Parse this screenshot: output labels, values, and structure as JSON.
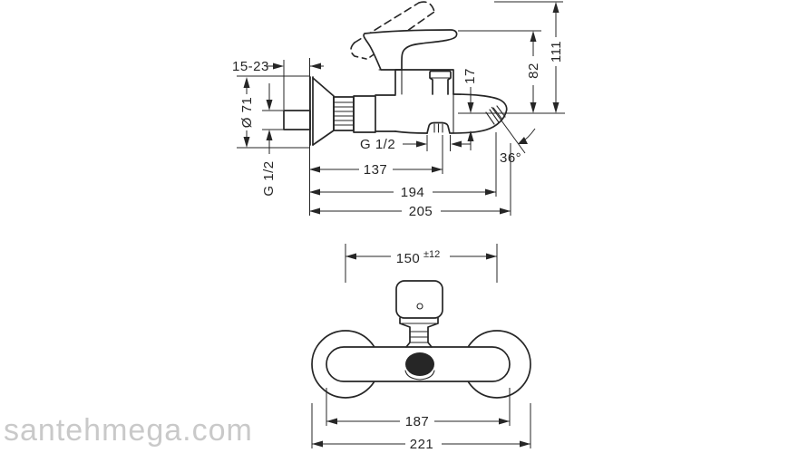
{
  "watermark": "santehmega.com",
  "side_view": {
    "dims": {
      "projection_range": "15-23",
      "escutcheon_diameter": "Ø 71",
      "wall_thread": "G 1/2",
      "outlet_thread": "G 1/2",
      "outlet_offset": "17",
      "handle_height": "82",
      "total_height": "111",
      "spout_angle": "36°",
      "outlet_distance": "137",
      "aerator_distance": "194",
      "spout_reach": "205"
    }
  },
  "front_view": {
    "dims": {
      "connection_centers": "150",
      "connection_tolerance": "±12",
      "body_width": "187",
      "overall_width": "221"
    }
  },
  "colors": {
    "line": "#262626",
    "watermark": "#c9c9c9",
    "background": "#ffffff"
  }
}
